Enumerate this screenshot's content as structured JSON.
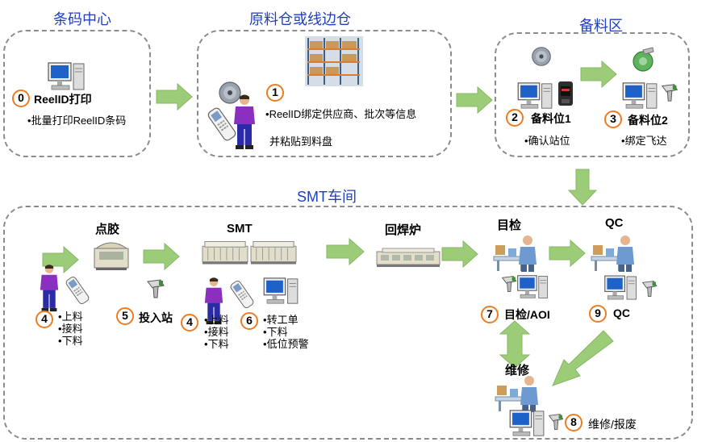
{
  "barcode_center": {
    "title": "条码中心",
    "step_num": "0",
    "step_label": "ReelID打印",
    "desc": "批量打印ReelID条码"
  },
  "material_warehouse": {
    "title": "原料仓或线边仓",
    "step_num": "1",
    "desc_line1": "ReelID绑定供应商、批次等信息",
    "desc_line2": "并粘贴到料盘"
  },
  "staging_area": {
    "title": "备料区",
    "pos1": {
      "num": "2",
      "label": "备料位1",
      "desc": "确认站位"
    },
    "pos2": {
      "num": "3",
      "label": "备料位2",
      "desc": "绑定飞达"
    }
  },
  "smt_workshop": {
    "title": "SMT车间",
    "dispensing": {
      "title": "点胶",
      "num": "4",
      "items": [
        "上料",
        "接料",
        "下料"
      ]
    },
    "input_station": {
      "num": "5",
      "label": "投入站"
    },
    "smt": {
      "title": "SMT",
      "num_a": "4",
      "items_a": [
        "上料",
        "接料",
        "下料"
      ],
      "num_b": "6",
      "items_b": [
        "转工单",
        "下料",
        "低位预警"
      ]
    },
    "reflow": {
      "title": "回焊炉"
    },
    "visual_inspection": {
      "title": "目检",
      "num": "7",
      "label": "目检/AOI"
    },
    "qc": {
      "title": "QC",
      "num": "9",
      "label": "QC"
    },
    "repair": {
      "title": "维修",
      "num": "8",
      "label": "维修/报废"
    }
  },
  "colors": {
    "title_blue": "#1f3fbf",
    "badge_orange": "#ee7d22",
    "arrow_green": "#9ccc77",
    "dashed_border": "#8c8c8c"
  }
}
